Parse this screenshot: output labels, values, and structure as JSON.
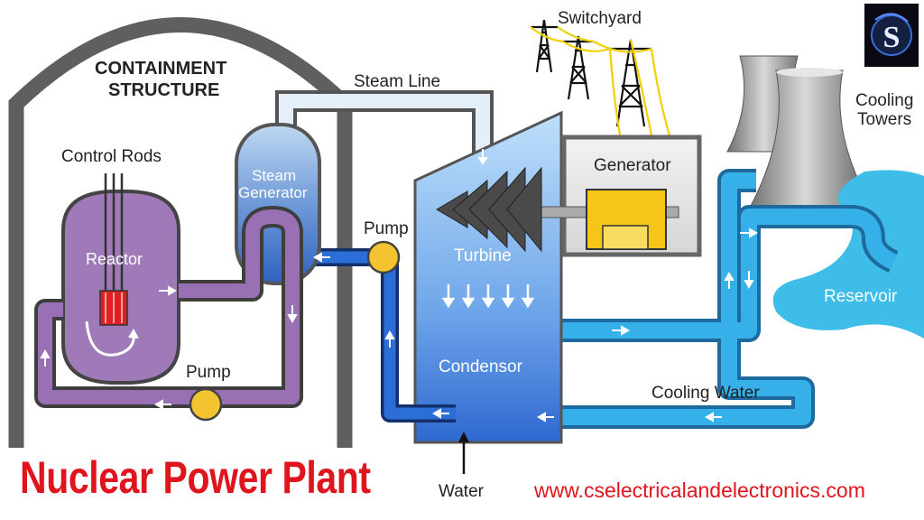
{
  "labels": {
    "containment_line1": "CONTAINMENT",
    "containment_line2": "STRUCTURE",
    "control_rods": "Control Rods",
    "reactor": "Reactor",
    "steam_generator_line1": "Steam",
    "steam_generator_line2": "Generator",
    "steam_line": "Steam Line",
    "switchyard": "Switchyard",
    "generator": "Generator",
    "turbine": "Turbine",
    "condensor": "Condensor",
    "pump_upper": "Pump",
    "pump_lower": "Pump",
    "cooling_towers_line1": "Cooling",
    "cooling_towers_line2": "Towers",
    "reservoir": "Reservoir",
    "cooling_water": "Cooling Water",
    "water": "Water"
  },
  "caption": {
    "title": "Nuclear Power Plant",
    "url": "www.cselectricalandelectronics.com"
  },
  "logo": {
    "text": "S"
  },
  "colors": {
    "title_red": "#e0141c",
    "reactor_purple": "#a07ab8",
    "primary_loop_purple": "#9a70b4",
    "steam_generator_blue": "#4f7fcc",
    "turbine_blue": "#3f78d8",
    "cooling_water_cyan": "#35b0e8",
    "pump_yellow": "#f4c430",
    "generator_yellow": "#f5c518",
    "fuel_red": "#e02020",
    "containment_gray": "#5f5f5f"
  }
}
